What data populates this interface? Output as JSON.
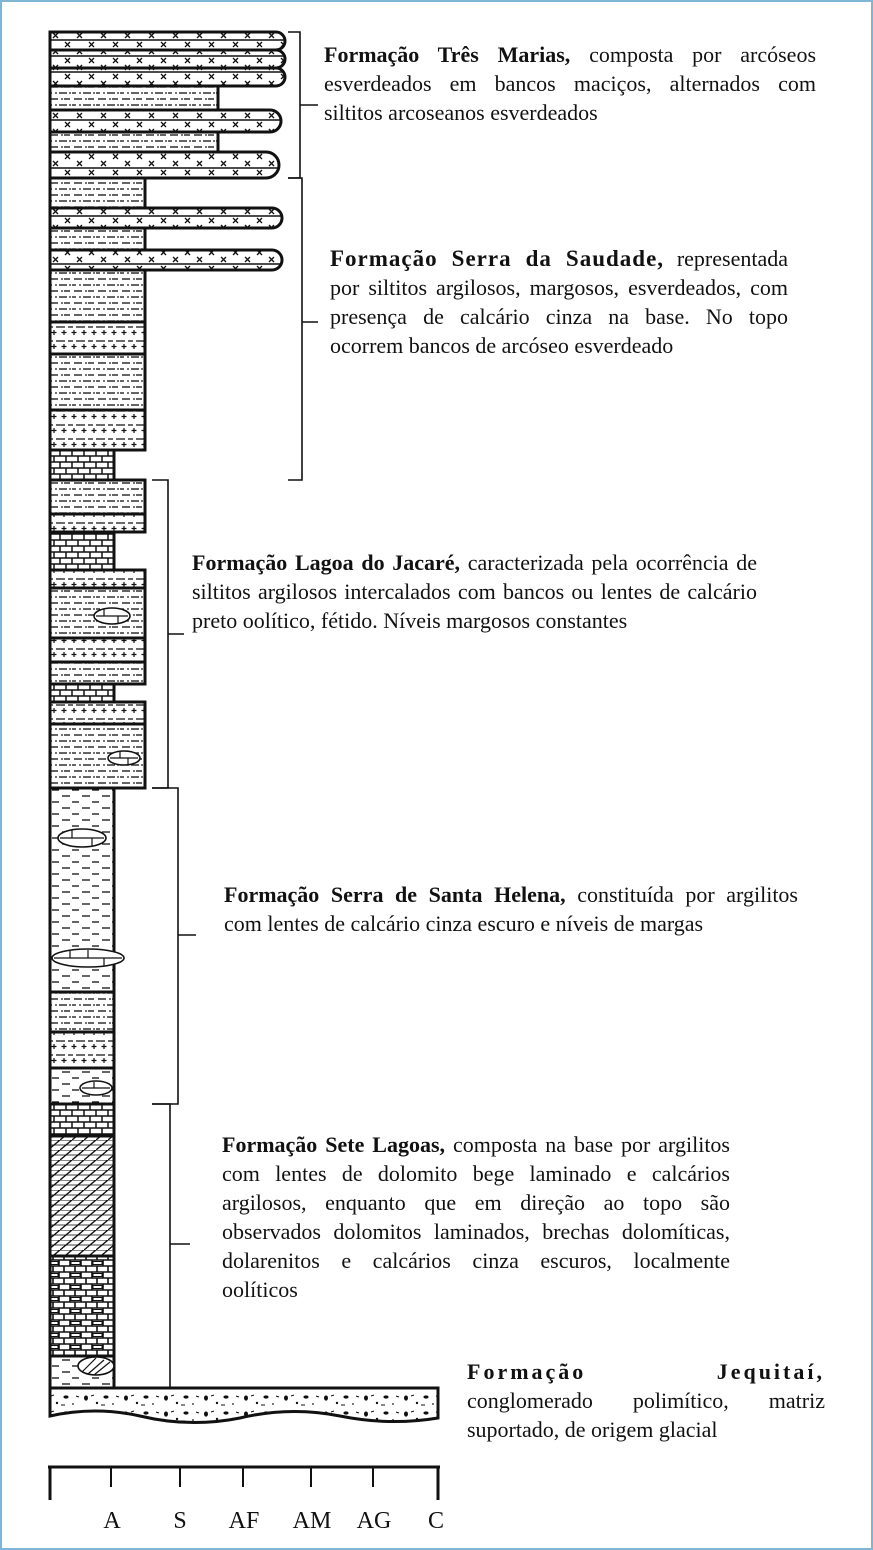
{
  "formations": [
    {
      "id": "tres-marias",
      "name": "Formação Três Marias,",
      "text": " composta por arcóseos esverdeados em bancos maciços, alternados com siltitos arcoseanos esverdeados"
    },
    {
      "id": "serra-da-saudade",
      "name": "Formação Serra da Saudade,",
      "text": " representada por siltitos argilosos, margosos, esverdeados, com presença de calcário cinza na base. No topo ocorrem bancos de arcóseo esverdeado"
    },
    {
      "id": "lagoa-do-jacare",
      "name": "Formação Lagoa do Jacaré,",
      "text": " caracterizada pela ocorrência de siltitos argilosos intercalados com bancos ou lentes de calcário preto oolítico, fétido. Níveis margosos constantes"
    },
    {
      "id": "serra-de-santa-helena",
      "name": "Formação Serra de Santa Helena,",
      "text": " constituída por argilitos com lentes de calcário cinza escuro e níveis de margas"
    },
    {
      "id": "sete-lagoas",
      "name": "Formação Sete Lagoas,",
      "text": " composta na base por argilitos com lentes de dolomito bege laminado e calcários argilosos, enquanto que em direção ao topo são observados dolomitos laminados, brechas dolomíticas, dolarenitos e calcários cinza escuros, localmente oolíticos"
    },
    {
      "id": "jequitai",
      "name": "Formação Jequitaí,",
      "text": " conglomerado polimítico, matriz suportado, de origem glacial"
    }
  ],
  "grain_scale": [
    "A",
    "S",
    "AF",
    "AM",
    "AG",
    "C"
  ],
  "colors": {
    "frame": "#7fb6d6",
    "ink": "#111111"
  }
}
